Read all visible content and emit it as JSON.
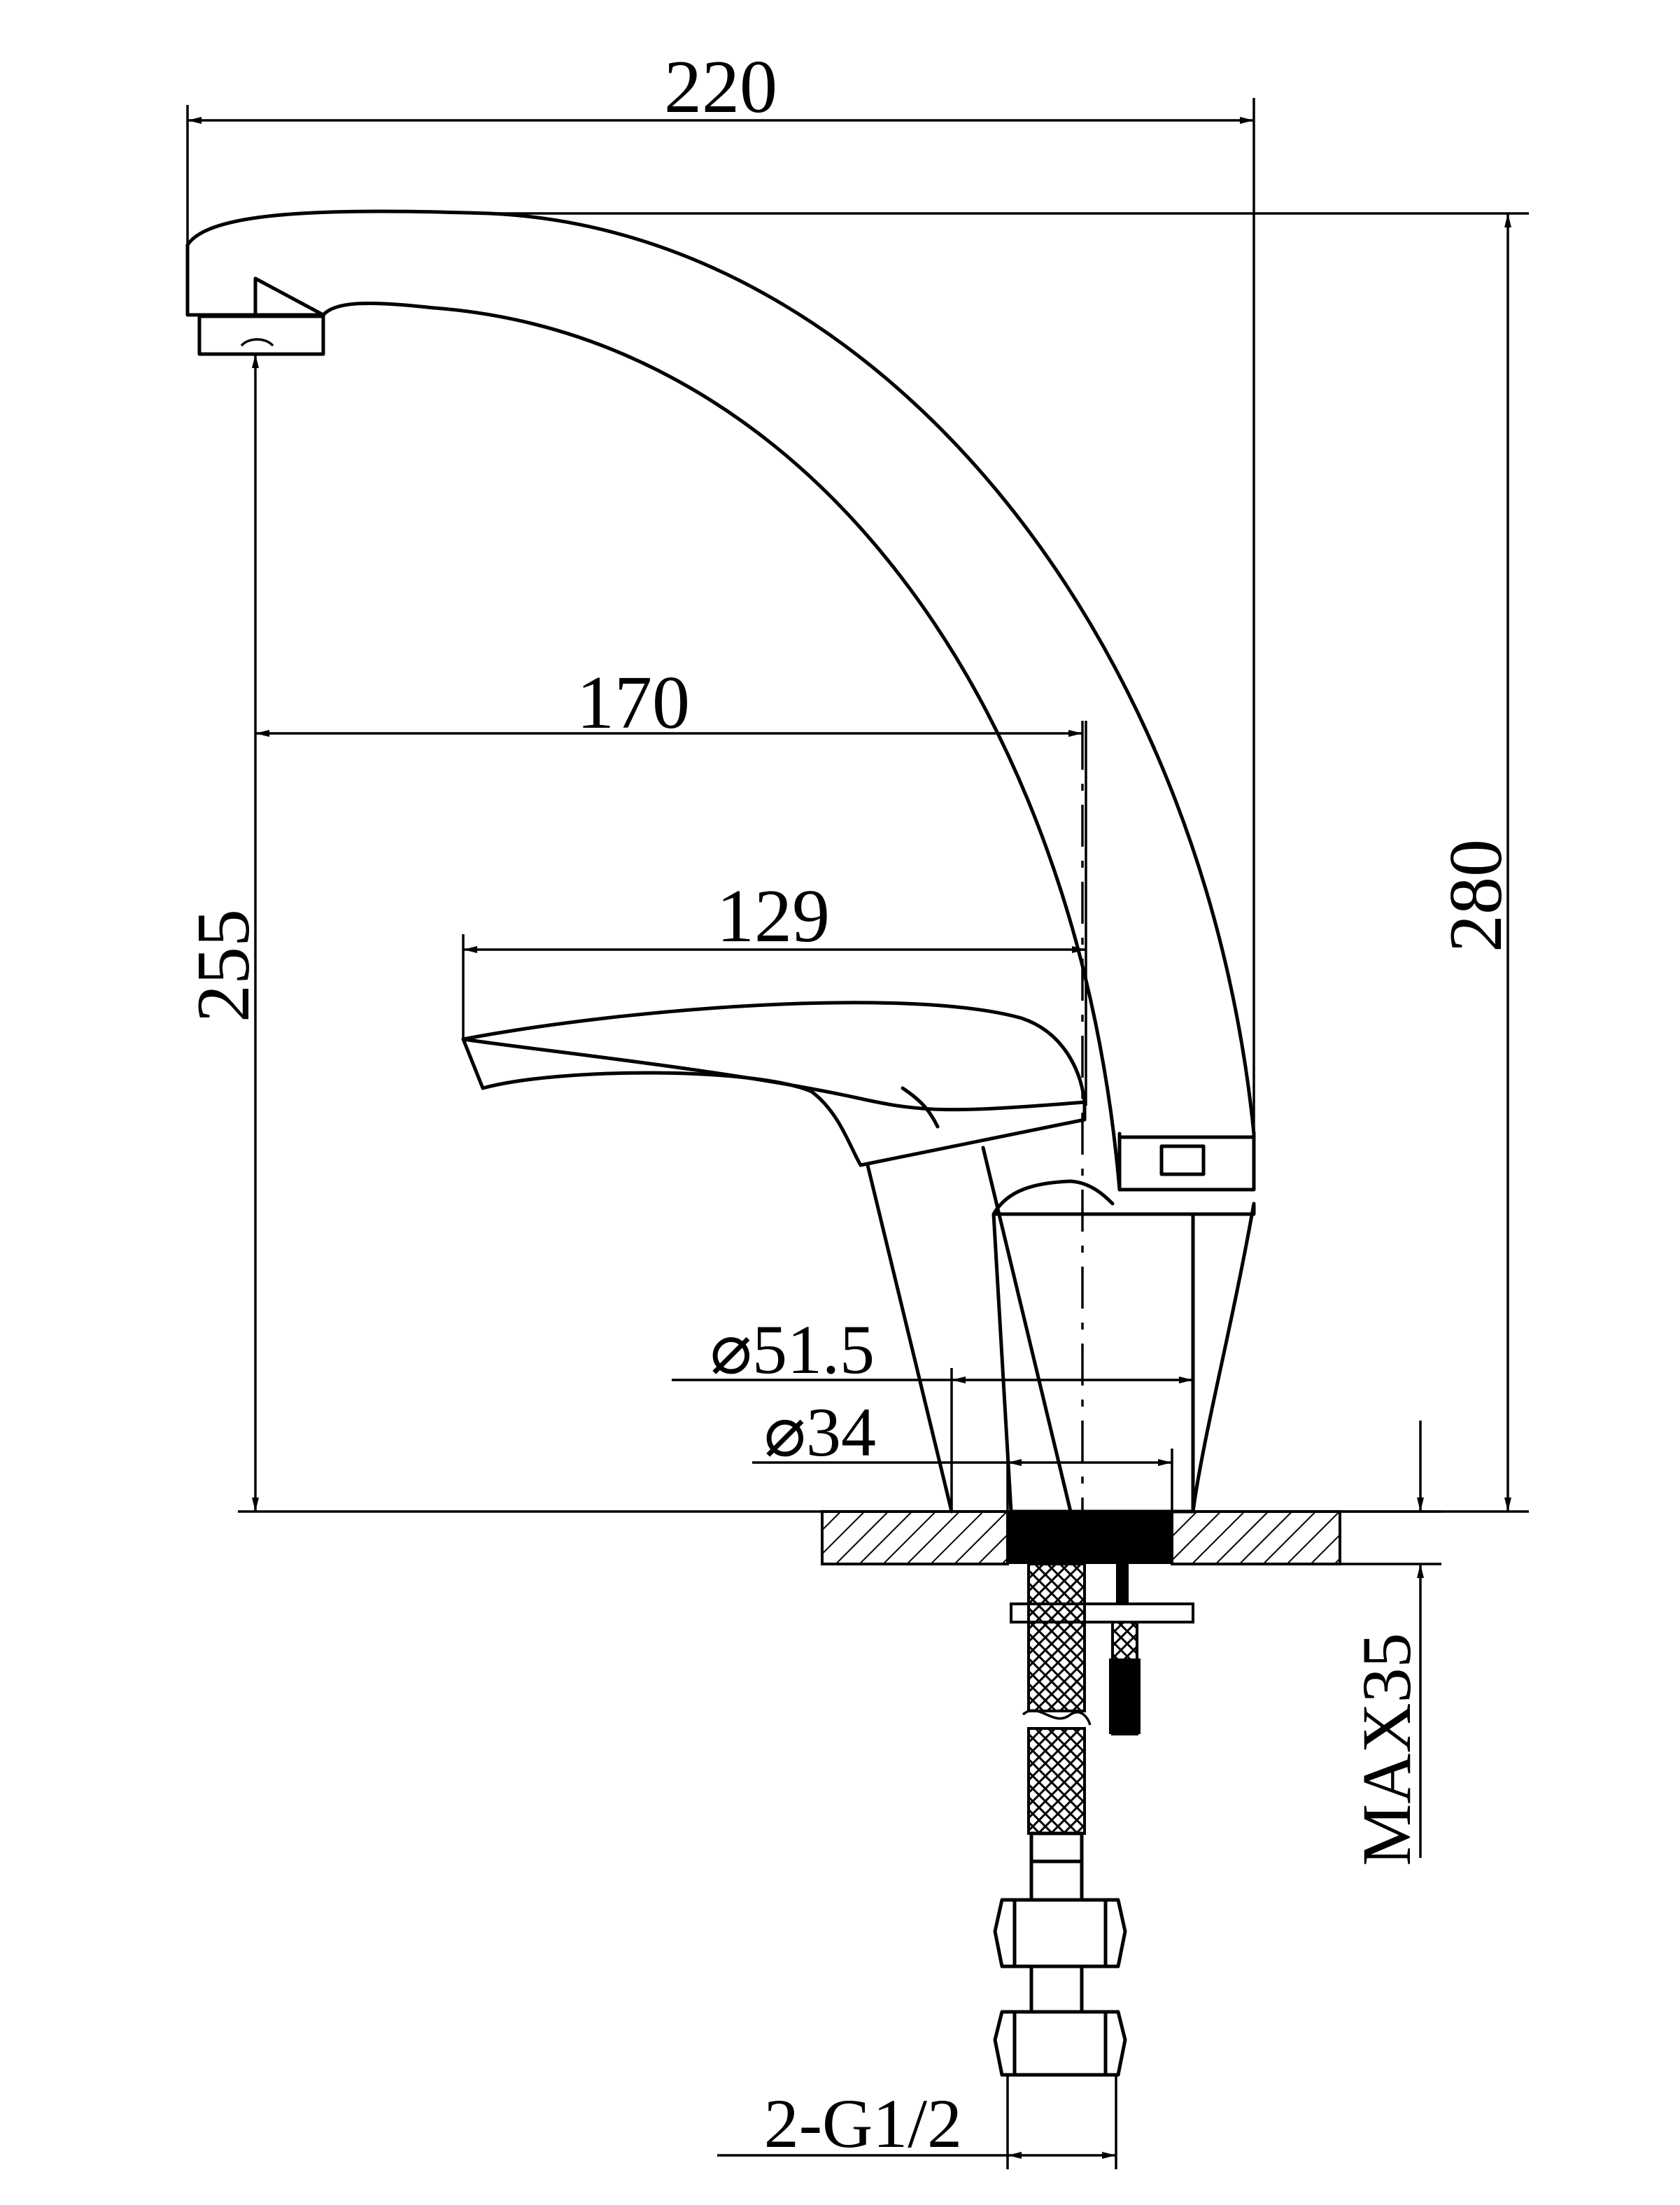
{
  "drawing": {
    "subject": "single-lever faucet dimension drawing",
    "stroke_color": "#000000",
    "background_color": "#ffffff"
  },
  "dimensions": {
    "width_total": "220",
    "spout_reach": "170",
    "lever_reach": "129",
    "spout_height": "255",
    "total_height": "280",
    "base_diameter": "⌀51.5",
    "hole_diameter": "⌀34",
    "max_thickness": "MAX35",
    "connection": "2-G1/2"
  }
}
